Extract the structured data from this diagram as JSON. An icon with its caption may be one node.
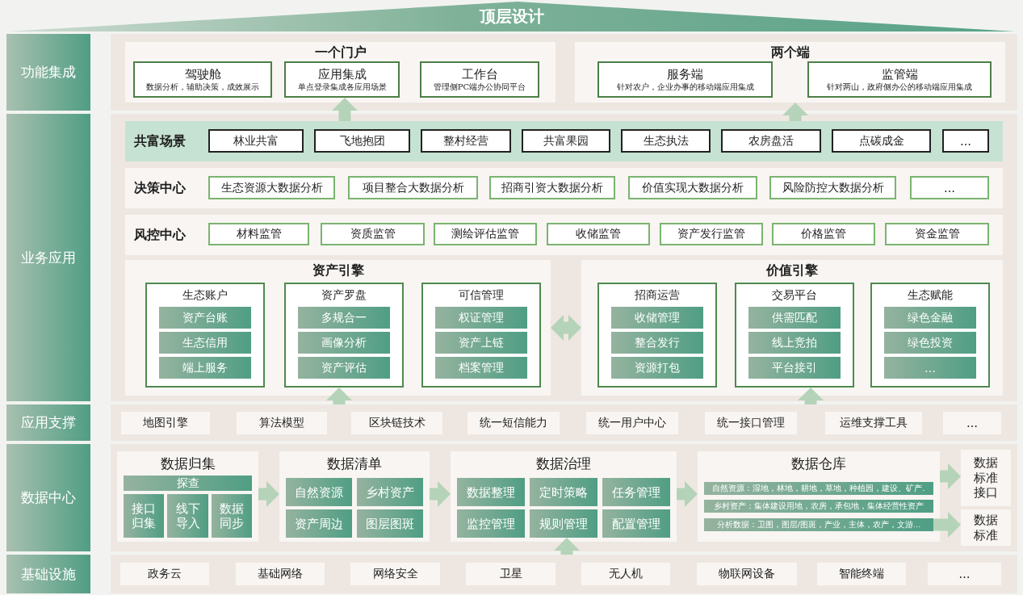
{
  "diagram": {
    "nodes": [
      {
        "text": [
          "顶层设计"
        ]
      },
      {
        "text": [
          "功能集成"
        ]
      },
      {
        "text": [],
        "shape": "box"
      },
      {
        "text": [
          "一个门户"
        ],
        "in": 2
      },
      {
        "text": [
          "驾驶舱",
          "数据分析，辅助决策，成效展示"
        ],
        "in": 3
      },
      {
        "text": [
          "应用集成",
          "单点登录集成各应用场景"
        ],
        "in": 3
      },
      {
        "text": [
          "工作台",
          "管理侧PC端办公协同平台"
        ],
        "in": 3
      },
      {
        "text": [
          "两个端"
        ],
        "in": 2
      },
      {
        "text": [
          "服务端",
          "针对农户，企业办事的移动端应用集成"
        ],
        "in": 7
      },
      {
        "text": [
          "监管端",
          "针对两山，政府侧办公的移动端应用集成"
        ],
        "in": 7
      },
      {
        "text": [
          "业务应用"
        ]
      },
      {
        "text": [],
        "shape": "box"
      },
      {
        "text": [
          "共富场景"
        ],
        "in": 11
      },
      {
        "text": [
          "林业共富"
        ],
        "in": 12
      },
      {
        "text": [
          "飞地抱团"
        ],
        "in": 12
      },
      {
        "text": [
          "整村经营"
        ],
        "in": 12
      },
      {
        "text": [
          "共富果园"
        ],
        "in": 12
      },
      {
        "text": [
          "生态执法"
        ],
        "in": 12
      },
      {
        "text": [
          "农房盘活"
        ],
        "in": 12
      },
      {
        "text": [
          "点碳成金"
        ],
        "in": 12
      },
      {
        "text": [
          "…"
        ],
        "in": 12
      },
      {
        "text": [
          "决策中心"
        ],
        "in": 11
      },
      {
        "text": [
          "生态资源大数据分析"
        ],
        "in": 21
      },
      {
        "text": [
          "项目整合大数据分析"
        ],
        "in": 21
      },
      {
        "text": [
          "招商引资大数据分析"
        ],
        "in": 21
      },
      {
        "text": [
          "价值实现大数据分析"
        ],
        "in": 21
      },
      {
        "text": [
          "风险防控大数据分析"
        ],
        "in": 21
      },
      {
        "text": [
          "…"
        ],
        "in": 21
      },
      {
        "text": [
          "风控中心"
        ],
        "in": 11
      },
      {
        "text": [
          "材料监管"
        ],
        "in": 28
      },
      {
        "text": [
          "资质监管"
        ],
        "in": 28
      },
      {
        "text": [
          "测绘评估监管"
        ],
        "in": 28
      },
      {
        "text": [
          "收储监管"
        ],
        "in": 28
      },
      {
        "text": [
          "资产发行监管"
        ],
        "in": 28
      },
      {
        "text": [
          "价格监管"
        ],
        "in": 28
      },
      {
        "text": [
          "资金监管"
        ],
        "in": 28
      },
      {
        "text": [
          "资产引擎"
        ],
        "in": 11
      },
      {
        "text": [
          "生态账户"
        ],
        "in": 36
      },
      {
        "text": [
          "资产台账"
        ],
        "in": 37
      },
      {
        "text": [
          "生态信用"
        ],
        "in": 37
      },
      {
        "text": [
          "端上服务"
        ],
        "in": 37
      },
      {
        "text": [
          "资产罗盘"
        ],
        "in": 36
      },
      {
        "text": [
          "多规合一"
        ],
        "in": 41
      },
      {
        "text": [
          "画像分析"
        ],
        "in": 41
      },
      {
        "text": [
          "资产评估"
        ],
        "in": 41
      },
      {
        "text": [
          "可信管理"
        ],
        "in": 36
      },
      {
        "text": [
          "权证管理"
        ],
        "in": 45
      },
      {
        "text": [
          "资产上链"
        ],
        "in": 45
      },
      {
        "text": [
          "档案管理"
        ],
        "in": 45
      },
      {
        "text": [
          "价值引擎"
        ],
        "in": 11
      },
      {
        "text": [
          "招商运营"
        ],
        "in": 49
      },
      {
        "text": [
          "收储管理"
        ],
        "in": 50
      },
      {
        "text": [
          "整合发行"
        ],
        "in": 50
      },
      {
        "text": [
          "资源打包"
        ],
        "in": 50
      },
      {
        "text": [
          "交易平台"
        ],
        "in": 49
      },
      {
        "text": [
          "供需匹配"
        ],
        "in": 54
      },
      {
        "text": [
          "线上竞拍"
        ],
        "in": 54
      },
      {
        "text": [
          "平台接引"
        ],
        "in": 54
      },
      {
        "text": [
          "生态赋能"
        ],
        "in": 49
      },
      {
        "text": [
          "绿色金融"
        ],
        "in": 58
      },
      {
        "text": [
          "绿色投资"
        ],
        "in": 58
      },
      {
        "text": [
          "…"
        ],
        "in": 58
      },
      {
        "text": [
          "应用支撑"
        ]
      },
      {
        "text": [],
        "shape": "box"
      },
      {
        "text": [
          "地图引擎"
        ],
        "in": 63
      },
      {
        "text": [
          "算法模型"
        ],
        "in": 63
      },
      {
        "text": [
          "区块链技术"
        ],
        "in": 63
      },
      {
        "text": [
          "统一短信能力"
        ],
        "in": 63
      },
      {
        "text": [
          "统一用户中心"
        ],
        "in": 63
      },
      {
        "text": [
          "统一接口管理"
        ],
        "in": 63
      },
      {
        "text": [
          "运维支撑工具"
        ],
        "in": 63
      },
      {
        "text": [
          "…"
        ],
        "in": 63
      },
      {
        "text": [
          "数据中心"
        ]
      },
      {
        "text": [],
        "shape": "box"
      },
      {
        "text": [
          "数据归集"
        ],
        "in": 73
      },
      {
        "text": [
          "探查"
        ],
        "in": 74
      },
      {
        "text": [
          "接口归集"
        ],
        "in": 74
      },
      {
        "text": [
          "线下导入"
        ],
        "in": 74
      },
      {
        "text": [
          "数据同步"
        ],
        "in": 74
      },
      {
        "text": [
          "数据清单"
        ],
        "in": 73
      },
      {
        "text": [
          "自然资源"
        ],
        "in": 79
      },
      {
        "text": [
          "乡村资产"
        ],
        "in": 79
      },
      {
        "text": [
          "资产周边"
        ],
        "in": 79
      },
      {
        "text": [
          "图层图斑"
        ],
        "in": 79
      },
      {
        "text": [
          "数据治理"
        ],
        "in": 73
      },
      {
        "text": [
          "数据整理"
        ],
        "in": 84
      },
      {
        "text": [
          "定时策略"
        ],
        "in": 84
      },
      {
        "text": [
          "任务管理"
        ],
        "in": 84
      },
      {
        "text": [
          "监控管理"
        ],
        "in": 84
      },
      {
        "text": [
          "规则管理"
        ],
        "in": 84
      },
      {
        "text": [
          "配置管理"
        ],
        "in": 84
      },
      {
        "text": [
          "数据仓库"
        ],
        "in": 73
      },
      {
        "text": [
          "自然资源：湿地，林地，耕地，草地，种植园，建设、矿产."
        ],
        "in": 91
      },
      {
        "text": [
          "乡村资产：集体建设用地，农房，承包地，集体经营性资产"
        ],
        "in": 91
      },
      {
        "text": [
          "分析数据：卫图，图层/图斑，产业，主体，农产，文游…"
        ],
        "in": 91
      },
      {
        "text": [
          "数据标准接口"
        ],
        "in": 73
      },
      {
        "text": [
          "数据标准"
        ],
        "in": 73
      },
      {
        "text": [
          "基础设施"
        ]
      },
      {
        "text": [],
        "shape": "box"
      },
      {
        "text": [
          "政务云"
        ],
        "in": 98
      },
      {
        "text": [
          "基础网络"
        ],
        "in": 98
      },
      {
        "text": [
          "网络安全"
        ],
        "in": 98
      },
      {
        "text": [
          "卫星"
        ],
        "in": 98
      },
      {
        "text": [
          "无人机"
        ],
        "in": 98
      },
      {
        "text": [
          "物联网设备"
        ],
        "in": 98
      },
      {
        "text": [
          "智能终端"
        ],
        "in": 98
      },
      {
        "text": [
          "…"
        ],
        "in": 98
      }
    ],
    "edges": [
      {
        "from": 12,
        "to": 5,
        "arrow": "to"
      },
      {
        "from": 12,
        "to": 7,
        "arrow": "to"
      },
      {
        "from": 36,
        "to": 49,
        "arrow": "both"
      },
      {
        "from": 63,
        "to": 41,
        "arrow": "to"
      },
      {
        "from": 63,
        "to": 54,
        "arrow": "to"
      },
      {
        "from": 74,
        "to": 79,
        "arrow": "to"
      },
      {
        "from": 79,
        "to": 84,
        "arrow": "to"
      },
      {
        "from": 84,
        "to": 91,
        "arrow": "to"
      },
      {
        "from": 91,
        "to": 95,
        "arrow": "to"
      },
      {
        "from": 94,
        "to": 96,
        "arrow": "to"
      },
      {
        "from": 98,
        "to": 89,
        "arrow": "to"
      }
    ]
  }
}
